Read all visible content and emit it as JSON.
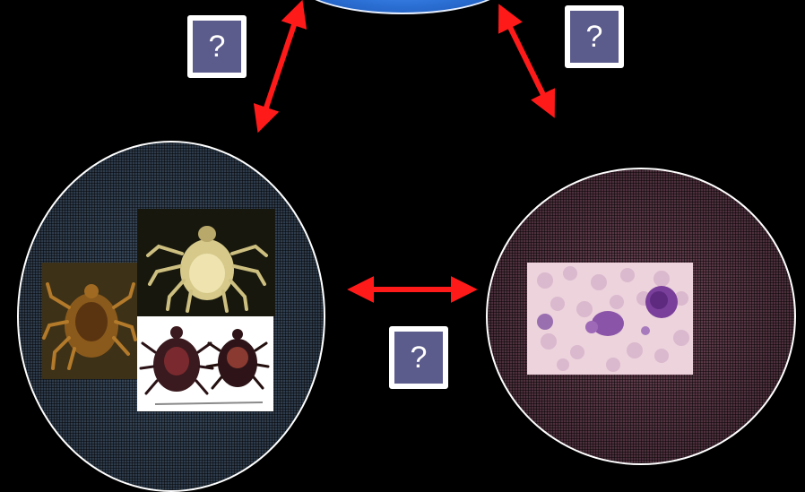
{
  "slide": {
    "question_boxes": [
      {
        "text": "?"
      },
      {
        "text": "?"
      },
      {
        "text": "?"
      }
    ]
  },
  "colors": {
    "background": "#000000",
    "arrow": "#ff1a1a",
    "question_box_fill": "#5b5b8c",
    "question_box_border": "#ffffff",
    "top_node": "#2e73d8"
  },
  "icons": {
    "arrows": [
      "double-arrow",
      "double-arrow",
      "double-arrow"
    ]
  }
}
